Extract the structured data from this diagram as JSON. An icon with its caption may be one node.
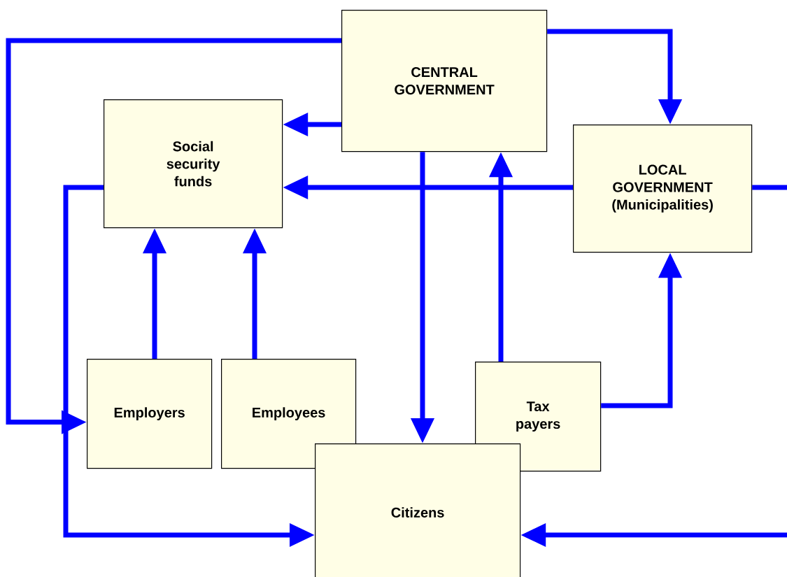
{
  "diagram": {
    "nodes": [
      {
        "text": [
          "CENTRAL GOVERNMENT"
        ]
      },
      {
        "text": [
          "Social security funds"
        ]
      },
      {
        "text": [
          "LOCAL GOVERNMENT (Municipalities)"
        ]
      },
      {
        "text": [
          "Employers"
        ]
      },
      {
        "text": [
          "Employees"
        ]
      },
      {
        "text": [
          "Tax payers"
        ]
      },
      {
        "text": [
          "Citizens"
        ]
      }
    ],
    "edges": [
      {
        "from": 0,
        "to": 1,
        "arrow": "to"
      },
      {
        "from": 0,
        "to": 2,
        "arrow": "to"
      },
      {
        "from": 0,
        "to": 3,
        "arrow": "to"
      },
      {
        "from": 0,
        "to": 6,
        "arrow": "to"
      },
      {
        "from": 5,
        "to": 0,
        "arrow": "to"
      },
      {
        "from": 5,
        "to": 2,
        "arrow": "to"
      },
      {
        "from": 2,
        "to": 1,
        "arrow": "to"
      },
      {
        "from": 2,
        "to": null,
        "arrow": "none"
      },
      {
        "from": 3,
        "to": 1,
        "arrow": "to"
      },
      {
        "from": 4,
        "to": 1,
        "arrow": "to"
      },
      {
        "from": 1,
        "to": 6,
        "arrow": "to"
      },
      {
        "from": null,
        "to": 6,
        "arrow": "to"
      }
    ]
  }
}
